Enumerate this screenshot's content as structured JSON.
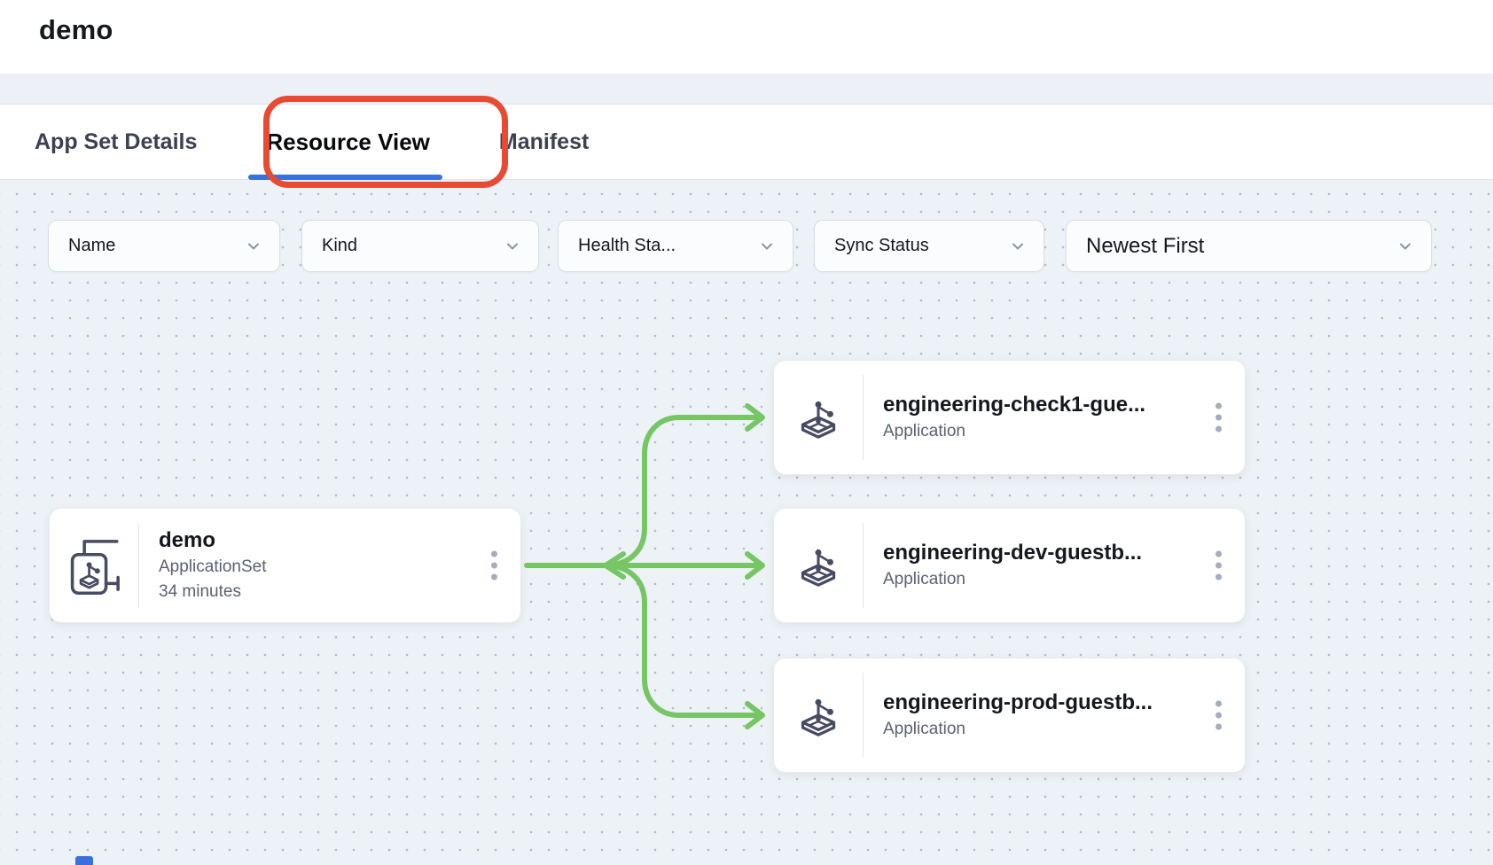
{
  "header": {
    "title": "demo"
  },
  "tabs": [
    {
      "label": "App Set Details",
      "active": false
    },
    {
      "label": "Resource View",
      "active": true
    },
    {
      "label": "Manifest",
      "active": false
    }
  ],
  "filters": {
    "name": {
      "label": "Name"
    },
    "kind": {
      "label": "Kind"
    },
    "health": {
      "label": "Health Sta..."
    },
    "sync": {
      "label": "Sync Status"
    },
    "sort": {
      "label": "Newest First"
    }
  },
  "graph": {
    "appset": {
      "title": "demo",
      "kind": "ApplicationSet",
      "age": "34 minutes"
    },
    "apps": [
      {
        "title": "engineering-check1-gue...",
        "kind": "Application"
      },
      {
        "title": "engineering-dev-guestb...",
        "kind": "Application"
      },
      {
        "title": "engineering-prod-guestb...",
        "kind": "Application"
      }
    ]
  },
  "colors": {
    "edge_green": "#76c666",
    "annotation_red": "#e84a32",
    "tab_underline_blue": "#3672dd",
    "canvas_bg": "#edf2f6"
  }
}
